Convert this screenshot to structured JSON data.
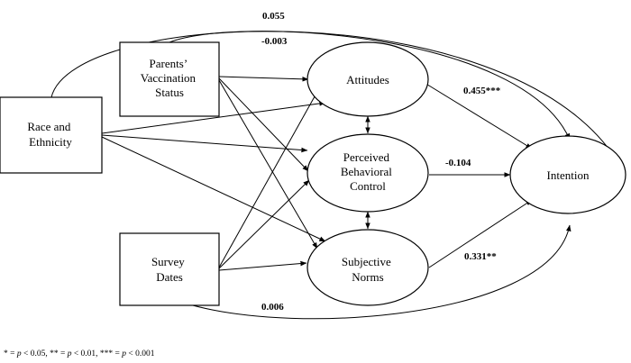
{
  "nodes": {
    "parents": {
      "lines": [
        "Parents’",
        "Vaccination",
        "Status"
      ]
    },
    "race": {
      "lines": [
        "Race and",
        "Ethnicity"
      ]
    },
    "survey": {
      "lines": [
        "Survey",
        "Dates"
      ]
    },
    "attitudes": {
      "lines": [
        "Attitudes"
      ]
    },
    "pbc": {
      "lines": [
        "Perceived",
        "Behavioral",
        "Control"
      ]
    },
    "norms": {
      "lines": [
        "Subjective",
        "Norms"
      ]
    },
    "intention": {
      "lines": [
        "Intention"
      ]
    }
  },
  "coefficients": {
    "race_intention": "0.055",
    "parents_intention": "-0.003",
    "attitudes_intention": "0.455***",
    "pbc_intention": "-0.104",
    "norms_intention": "0.331**",
    "survey_intention": "0.006"
  },
  "footnote": {
    "s1": "* = ",
    "p": "p",
    "s2": " < 0.05, ** = ",
    "s3": " < 0.01, *** = ",
    "s4": " < 0.001"
  }
}
